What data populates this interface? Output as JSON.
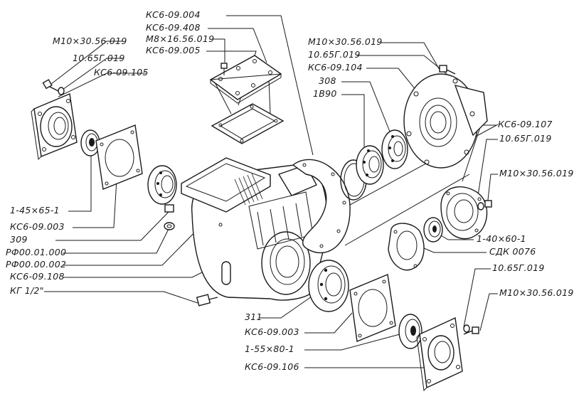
{
  "labels": {
    "ks6_09_004": "КС6-09.004",
    "ks6_09_408": "КС6-09.408",
    "m8x16_top": "М8×16.56.019",
    "ks6_09_005": "КС6-09.005",
    "m10x30_left": "М10×30.56.019",
    "g1065_left": "10.65Г.019",
    "ks6_09_105": "КС6-09.105",
    "m10x30_topright": "М10×30.56.019",
    "g1065_topright": "10.65Г.019",
    "ks6_09_104": "КС6-09.104",
    "b308": "308",
    "b1890": "1В90",
    "ks6_09_107": "КС6-09.107",
    "g1065_right": "10.65Г.019",
    "m10x30_right": "М10×30.56.019",
    "seal_1_45": "1-45×65-1",
    "ks6_09_003_left": "КС6-09.003",
    "b309": "309",
    "rf_01_000": "РФ00.01.000",
    "rf_00_002": "РФ00.00.002",
    "ks6_09_108": "КС6-09.108",
    "kg_1_2": "КГ 1/2\"",
    "seal_1_40": "1-40×60-1",
    "sdk0076": "СДК 0076",
    "g1065_bottomright": "10.65Г.019",
    "m10x30_bottomright": "М10×30.56.019",
    "b311": "311",
    "ks6_09_003_bottom": "КС6-09.003",
    "seal_1_55": "1-55×80-1",
    "ks6_09_106": "КС6-09.106"
  }
}
